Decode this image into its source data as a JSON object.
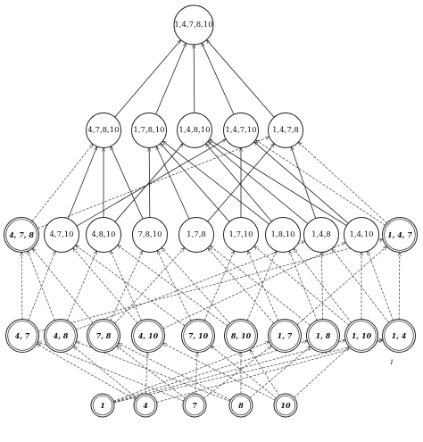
{
  "nodes": {
    "top": "1,4,7,8,10",
    "level3": [
      "4,7,8,10",
      "1,7,8,10",
      "1,4,8,10",
      "1,4,7,10",
      "1,4,7,8"
    ],
    "level2": [
      "4, 7, 8",
      "4,7,10",
      "4,8,10",
      "7,8,10",
      "1,7,8",
      "1,7,10",
      "1,8,10",
      "1,4,8",
      "1,4,10",
      "1, 4, 7"
    ],
    "level1": [
      "4, 7",
      "4, 8",
      "7, 8",
      "4, 10",
      "7, 10",
      "8, 10",
      "1, 7",
      "1, 8",
      "1, 10",
      "1, 4"
    ],
    "level0": [
      "1",
      "4",
      "7",
      "8",
      "10"
    ]
  },
  "stray_label": "1",
  "edge_styles": {
    "solid": "cover relation",
    "dashed": "dashed arrows"
  }
}
